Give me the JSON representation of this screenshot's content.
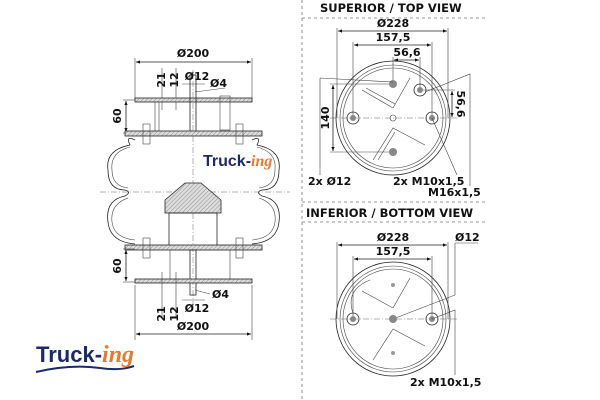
{
  "side_view": {
    "top_diameter": "Ø200",
    "top_dim_21": "21",
    "top_dim_12": "12",
    "top_stud_diameter": "Ø12",
    "top_hole_diameter": "Ø4",
    "top_height": "60",
    "bottom_height": "60",
    "bottom_hole_diameter": "Ø4",
    "bottom_stud_diameter": "Ø12",
    "bottom_dim_21": "21",
    "bottom_dim_12": "12",
    "bottom_diameter": "Ø200",
    "watermark": "Truck-ing"
  },
  "top_view": {
    "title": "SUPERIOR / TOP VIEW",
    "outer_diameter": "Ø228",
    "bolt_spacing": "157,5",
    "offset_h": "56,6",
    "offset_v": "56,6",
    "height": "140",
    "holes_label": "2x Ø12",
    "threads_label": "2x M10x1,5",
    "air_inlet_label": "M16x1,5"
  },
  "bottom_view": {
    "title": "INFERIOR / BOTTOM VIEW",
    "outer_diameter": "Ø228",
    "center_hole": "Ø12",
    "bolt_spacing": "157,5",
    "threads_label": "2x M10x1,5"
  },
  "logo": {
    "part1": "Truck-",
    "part2": "ing",
    "primary_color": "#1c2a6b",
    "accent_color": "#e8792b"
  }
}
